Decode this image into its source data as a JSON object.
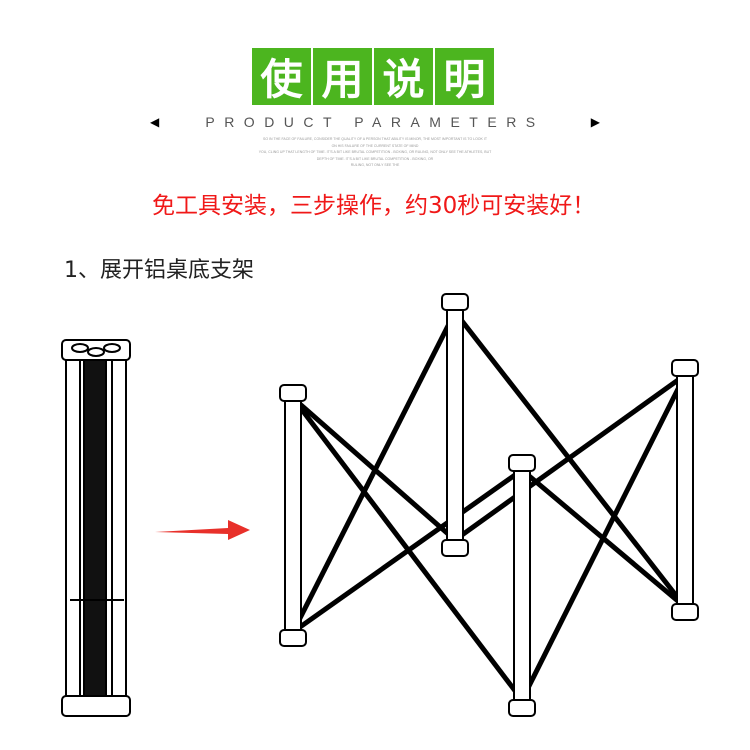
{
  "header": {
    "title_chars": [
      "使",
      "用",
      "说",
      "明"
    ],
    "subtitle": "PRODUCT PARAMETERS",
    "fine_print": [
      "SO IN THE FACE OF FAILURE, CONSIDER THE QUALITY OF A PERSON THAT ABILITY IS MINOR, THE MOST IMPORTANT IS TO LOOK IT",
      "ON HIS FAILURE OF THE CURRENT STATE OF MIND",
      "YOU, CLING UP THAT LENGTH OF TIME. IT'S A BIT LIKE BRUTAL COMPETITION - BOXING, OR RULING, NOT ONLY SEE THE ATHLETES, BUT",
      "DEPTH OF TIME. IT'S A BIT LIKE BRUTAL COMPETITION - BOXING, OR",
      "RULING, NOT ONLY SEE THE"
    ]
  },
  "tagline": "免工具安装，三步操作，约30秒可安装好！",
  "step": {
    "label": "1、展开铝桌底支架"
  },
  "colors": {
    "green": "#4cb51f",
    "red": "#f01818"
  }
}
